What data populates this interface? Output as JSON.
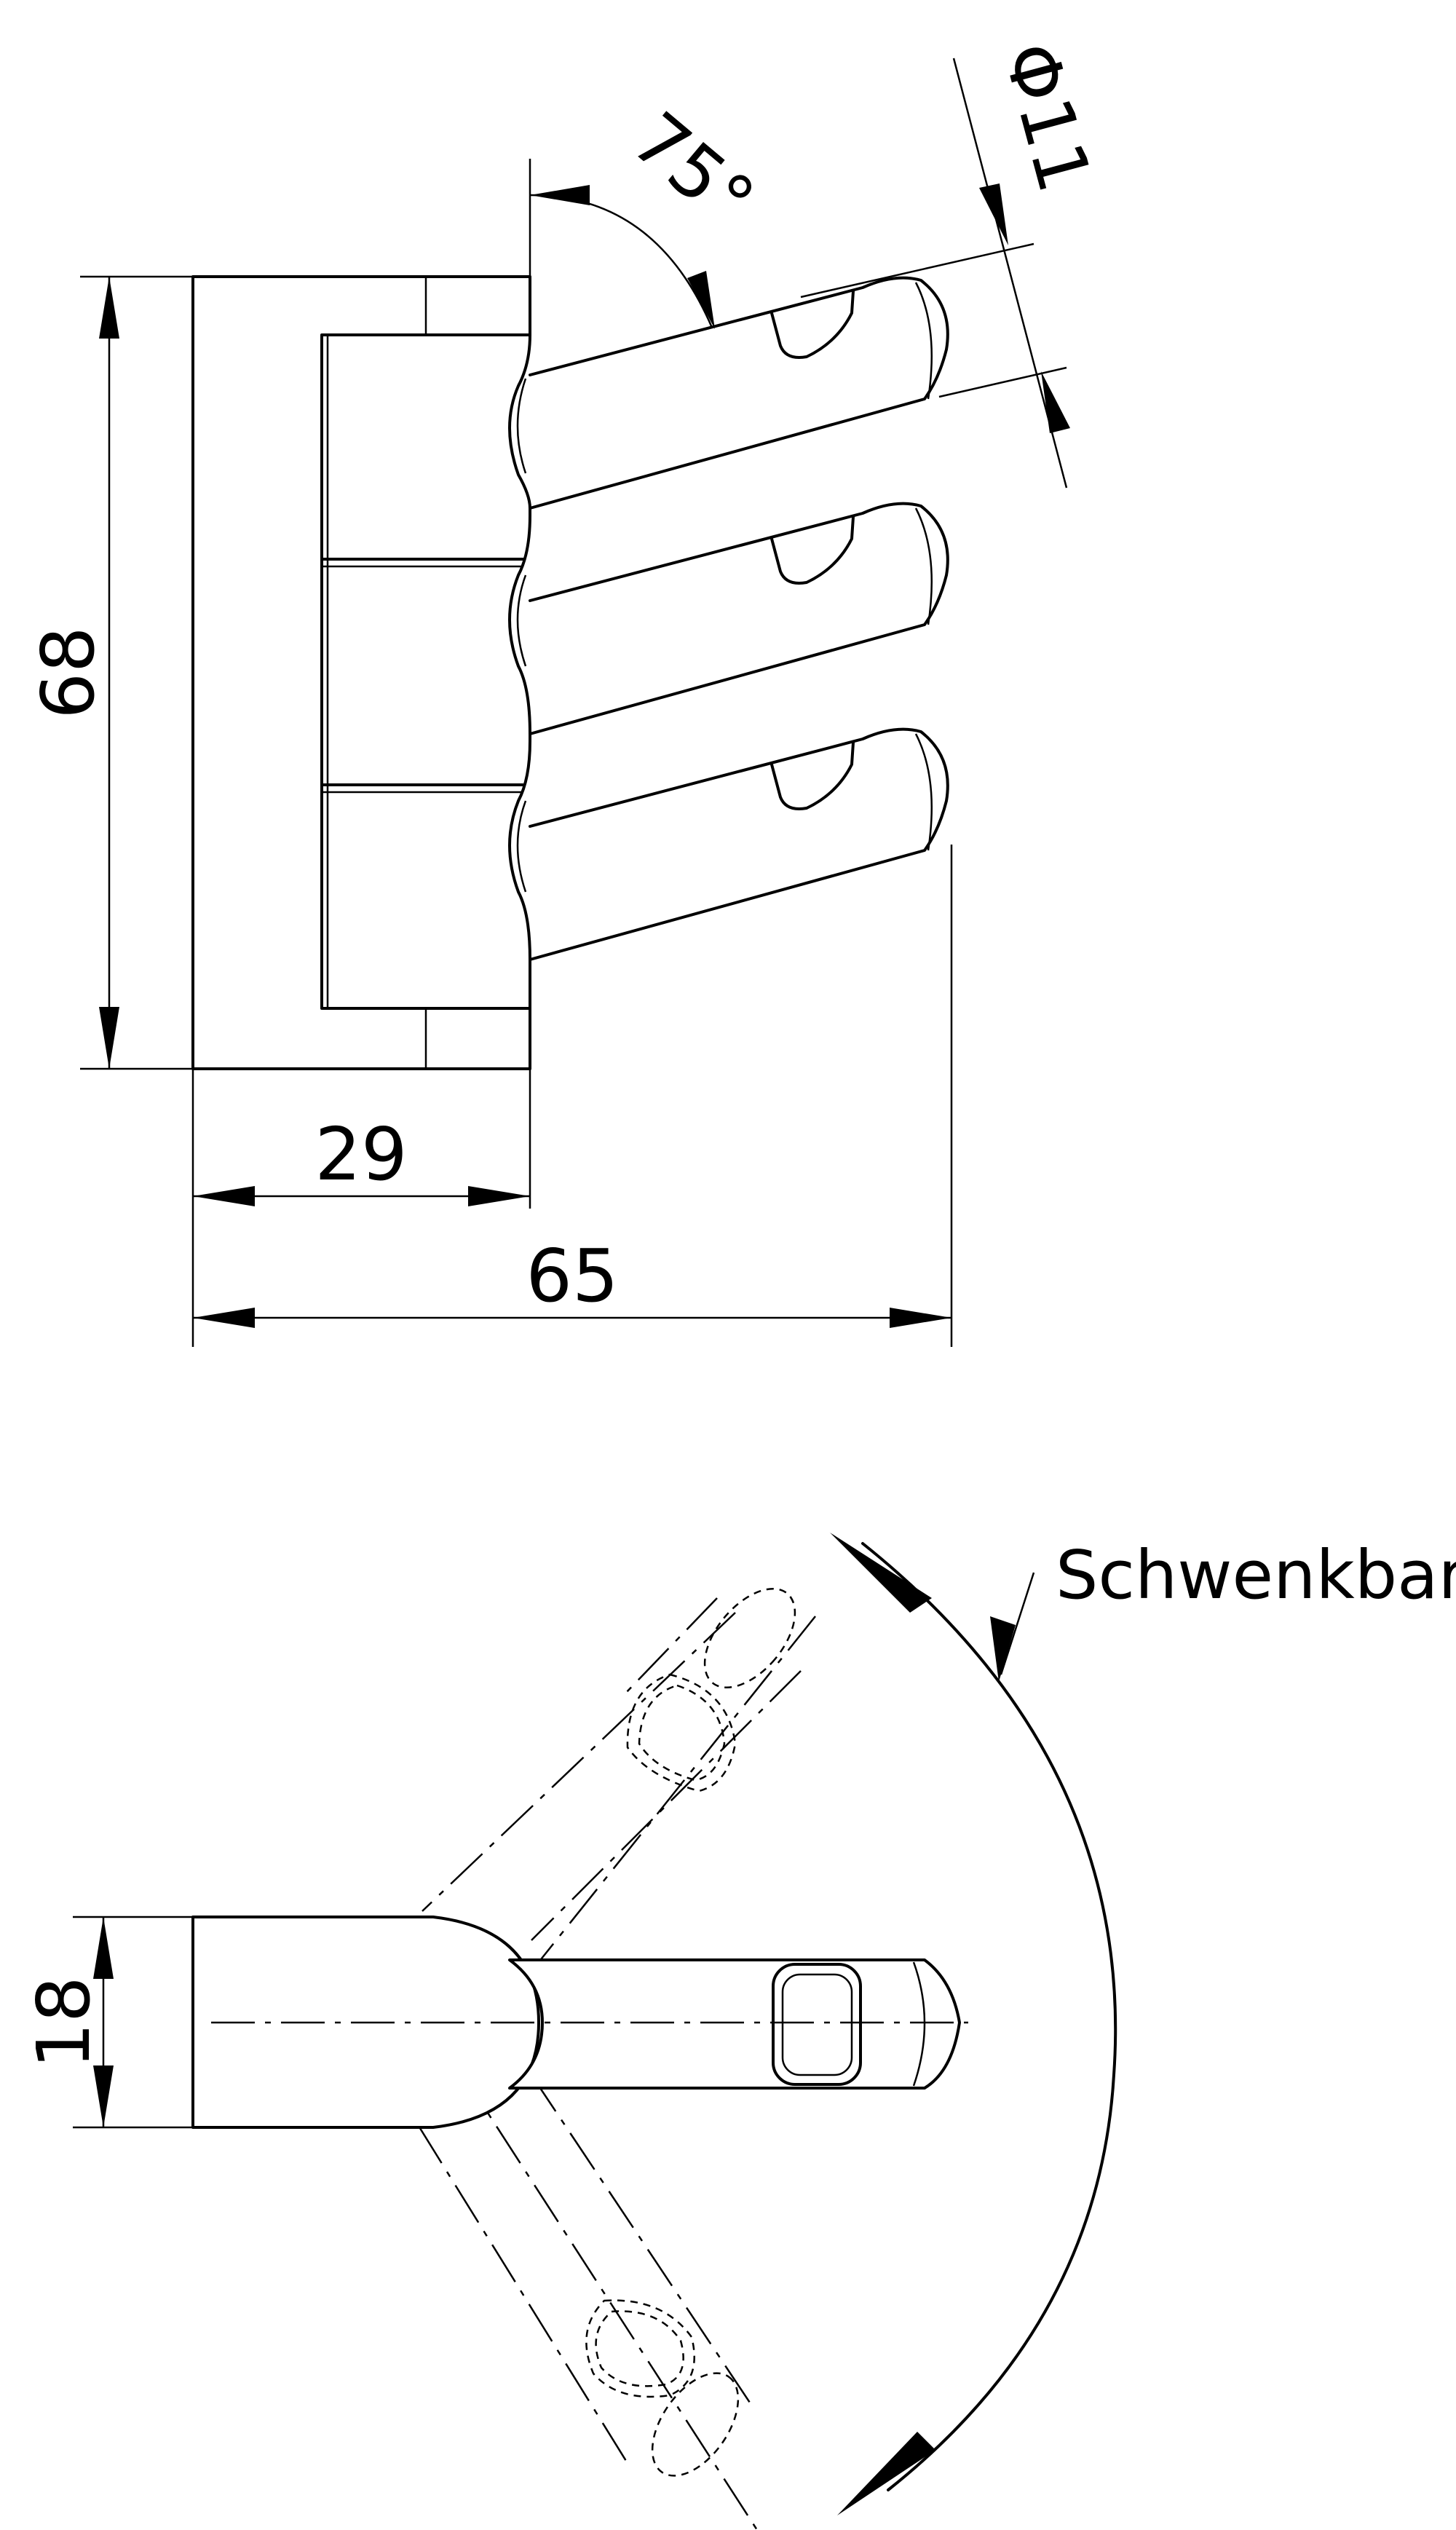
{
  "dimensions": {
    "height": "68",
    "base_depth": "29",
    "overall_depth": "65",
    "angle": "75°",
    "diameter": "Φ11",
    "width": "18"
  },
  "annotation": "Schwenkbar"
}
